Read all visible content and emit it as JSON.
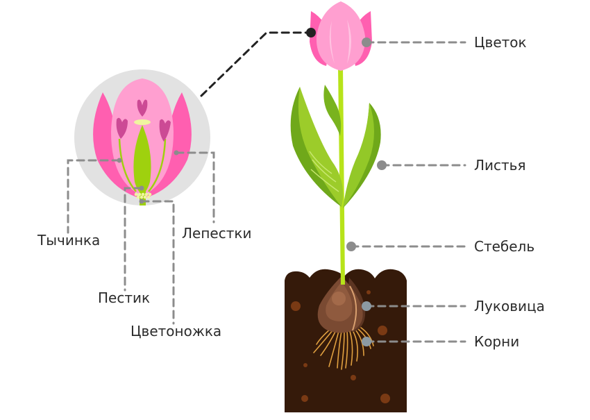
{
  "diagram": {
    "type": "labeled plant anatomy (tulip)",
    "colors": {
      "petal_dark": "#ff5fb0",
      "petal_light": "#ff9fd0",
      "petal_highlight": "#ffc4e2",
      "stem": "#b7e31a",
      "leaf_dark": "#6fa81a",
      "leaf_light": "#9ccc2a",
      "soil": "#351a0a",
      "soil_spot": "#7a3a14",
      "bulb": "#7a4a32",
      "root": "#e0a040",
      "callout_line": "#8c8c8c",
      "callout_line_dark": "#222222",
      "detail_circle_bg": "#e2e2e2",
      "pistil": "#9fd10e",
      "anther": "#cc4a95",
      "pollen": "#f0f5a0",
      "text": "#2b2b2b"
    },
    "plant_labels": [
      {
        "id": "flower",
        "text": "Цветок"
      },
      {
        "id": "leaves",
        "text": "Листья"
      },
      {
        "id": "stem",
        "text": "Стебель"
      },
      {
        "id": "bulb",
        "text": "Луковица"
      },
      {
        "id": "roots",
        "text": "Корни"
      }
    ],
    "flower_detail_labels": [
      {
        "id": "stamen",
        "text": "Тычинка"
      },
      {
        "id": "petals",
        "text": "Лепестки"
      },
      {
        "id": "pistil",
        "text": "Пестик"
      },
      {
        "id": "peduncle",
        "text": "Цветоножка"
      }
    ]
  }
}
